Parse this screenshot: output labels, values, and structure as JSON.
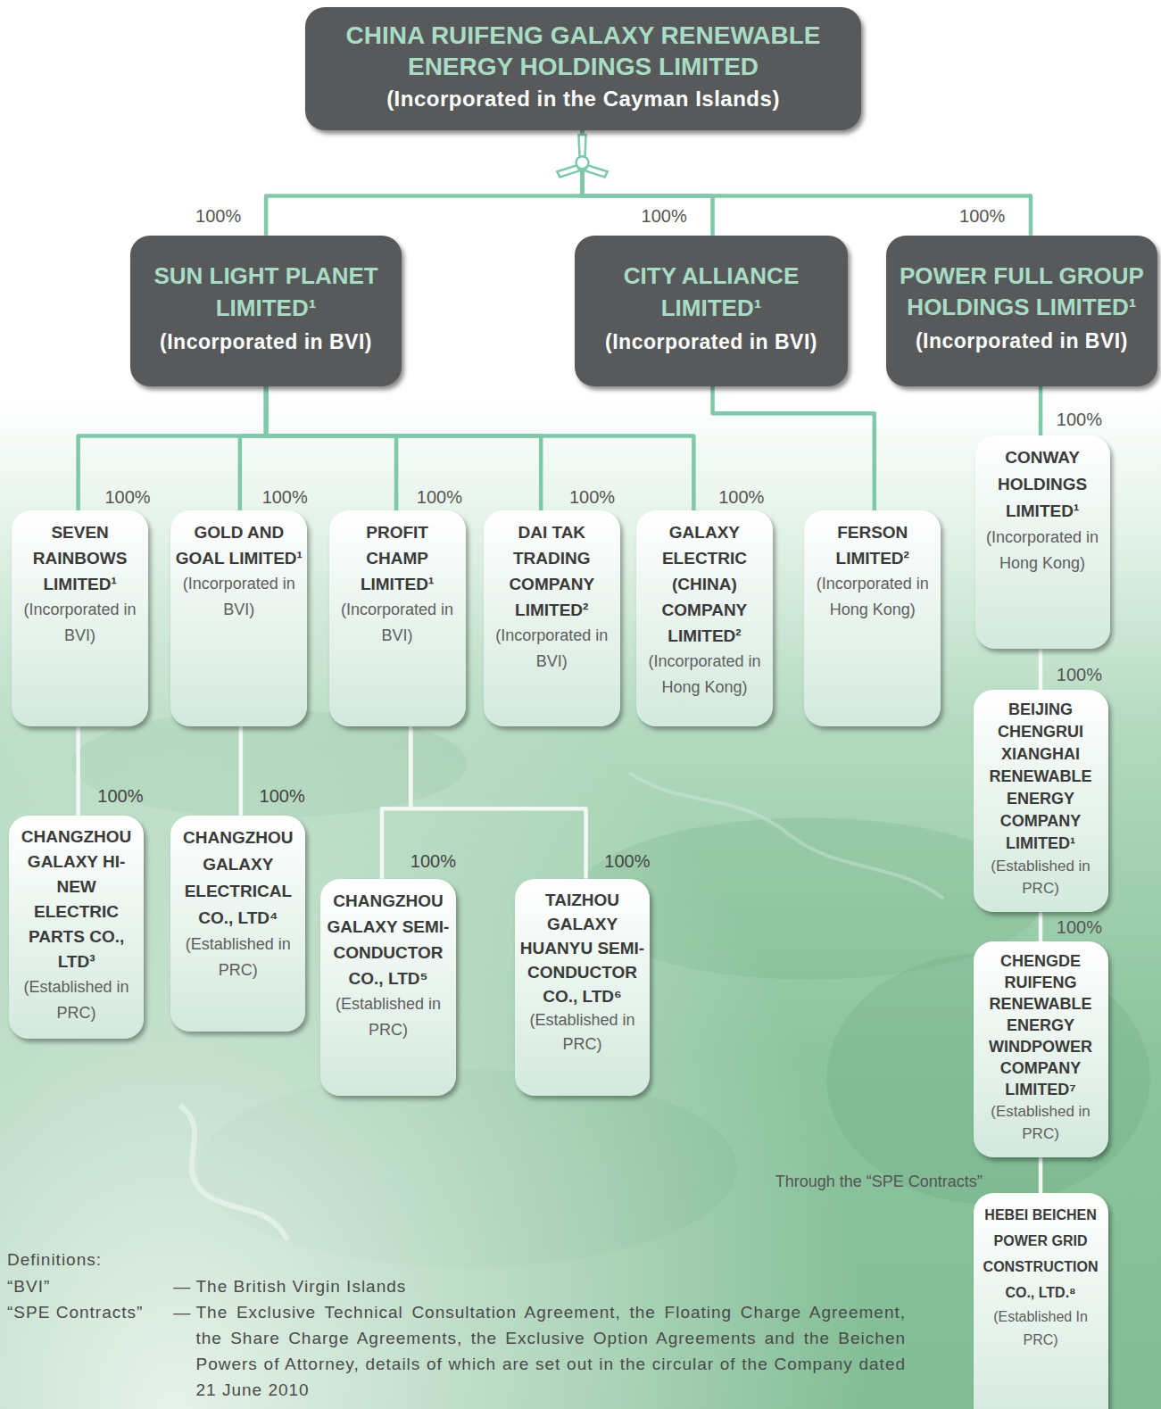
{
  "diagram": {
    "nodes": [
      {
        "text": [
          "CHINA RUIFENG GALAXY RENEWABLE ENERGY HOLDINGS LIMITED",
          "(Incorporated in the Cayman Islands)"
        ]
      },
      {
        "text": [
          "SUN LIGHT PLANET LIMITED¹",
          "(Incorporated in BVI)"
        ]
      },
      {
        "text": [
          "CITY ALLIANCE LIMITED¹",
          "(Incorporated in BVI)"
        ]
      },
      {
        "text": [
          "POWER FULL GROUP HOLDINGS LIMITED¹",
          "(Incorporated in BVI)"
        ]
      },
      {
        "text": [
          "SEVEN RAINBOWS LIMITED¹",
          "(Incorporated in BVI)"
        ]
      },
      {
        "text": [
          "GOLD AND GOAL LIMITED¹",
          "(Incorporated in BVI)"
        ]
      },
      {
        "text": [
          "PROFIT CHAMP LIMITED¹",
          "(Incorporated in BVI)"
        ]
      },
      {
        "text": [
          "DAI TAK TRADING COMPANY LIMITED²",
          "(Incorporated in BVI)"
        ]
      },
      {
        "text": [
          "GALAXY ELECTRIC (CHINA) COMPANY LIMITED²",
          "(Incorporated in Hong Kong)"
        ]
      },
      {
        "text": [
          "FERSON LIMITED²",
          "(Incorporated in Hong Kong)"
        ]
      },
      {
        "text": [
          "CONWAY HOLDINGS LIMITED¹",
          "(Incorporated in Hong Kong)"
        ]
      },
      {
        "text": [
          "BEIJING CHENGRUI XIANGHAI RENEWABLE ENERGY COMPANY LIMITED¹",
          "(Established in PRC)"
        ]
      },
      {
        "text": [
          "CHANGZHOU GALAXY HI-NEW ELECTRIC PARTS CO., LTD³",
          "(Established in PRC)"
        ]
      },
      {
        "text": [
          "CHANGZHOU GALAXY ELECTRICAL CO., LTD⁴",
          "(Established in PRC)"
        ]
      },
      {
        "text": [
          "CHANGZHOU GALAXY SEMI-CONDUCTOR CO., LTD⁵",
          "(Established in PRC)"
        ]
      },
      {
        "text": [
          "TAIZHOU GALAXY HUANYU SEMI-CONDUCTOR CO., LTD⁶",
          "(Established in PRC)"
        ]
      },
      {
        "text": [
          "CHENGDE RUIFENG RENEWABLE ENERGY WINDPOWER COMPANY LIMITED⁷",
          "(Established in PRC)"
        ]
      },
      {
        "text": [
          "HEBEI BEICHEN POWER GRID CONSTRUCTION CO., LTD.⁸",
          "(Established In PRC)"
        ]
      }
    ],
    "edges": [
      {
        "from": 0,
        "to": 1,
        "label": "100%",
        "arrow": "none"
      },
      {
        "from": 0,
        "to": 2,
        "label": "100%",
        "arrow": "none"
      },
      {
        "from": 0,
        "to": 3,
        "label": "100%",
        "arrow": "none"
      },
      {
        "from": 1,
        "to": 4,
        "label": "100%",
        "arrow": "none"
      },
      {
        "from": 1,
        "to": 5,
        "label": "100%",
        "arrow": "none"
      },
      {
        "from": 1,
        "to": 6,
        "label": "100%",
        "arrow": "none"
      },
      {
        "from": 1,
        "to": 7,
        "label": "100%",
        "arrow": "none"
      },
      {
        "from": 1,
        "to": 8,
        "label": "100%",
        "arrow": "none"
      },
      {
        "from": 2,
        "to": 9,
        "arrow": "none"
      },
      {
        "from": 3,
        "to": 10,
        "label": "100%",
        "arrow": "none"
      },
      {
        "from": 10,
        "to": 11,
        "label": "100%",
        "arrow": "none"
      },
      {
        "from": 11,
        "to": 16,
        "label": "100%",
        "arrow": "none"
      },
      {
        "from": 4,
        "to": 12,
        "label": "100%",
        "arrow": "none"
      },
      {
        "from": 5,
        "to": 13,
        "label": "100%",
        "arrow": "none"
      },
      {
        "from": 6,
        "to": 14,
        "label": "100%",
        "arrow": "none"
      },
      {
        "from": 6,
        "to": 15,
        "label": "100%",
        "arrow": "none"
      },
      {
        "from": 16,
        "to": 17,
        "label": "Through the “SPE Contracts”",
        "arrow": "none"
      }
    ],
    "labels": [
      "Definitions:",
      "“BVI”",
      "—",
      "The British Virgin Islands",
      "“SPE Contracts”",
      "—",
      "The Exclusive Technical Consultation Agreement, the Floating Charge Agreement, the Share Charge Agreements, the Exclusive Option Agreements and the Beichen Powers of Attorney, details of which are set out in the circular of the Company dated 21 June 2010"
    ]
  }
}
